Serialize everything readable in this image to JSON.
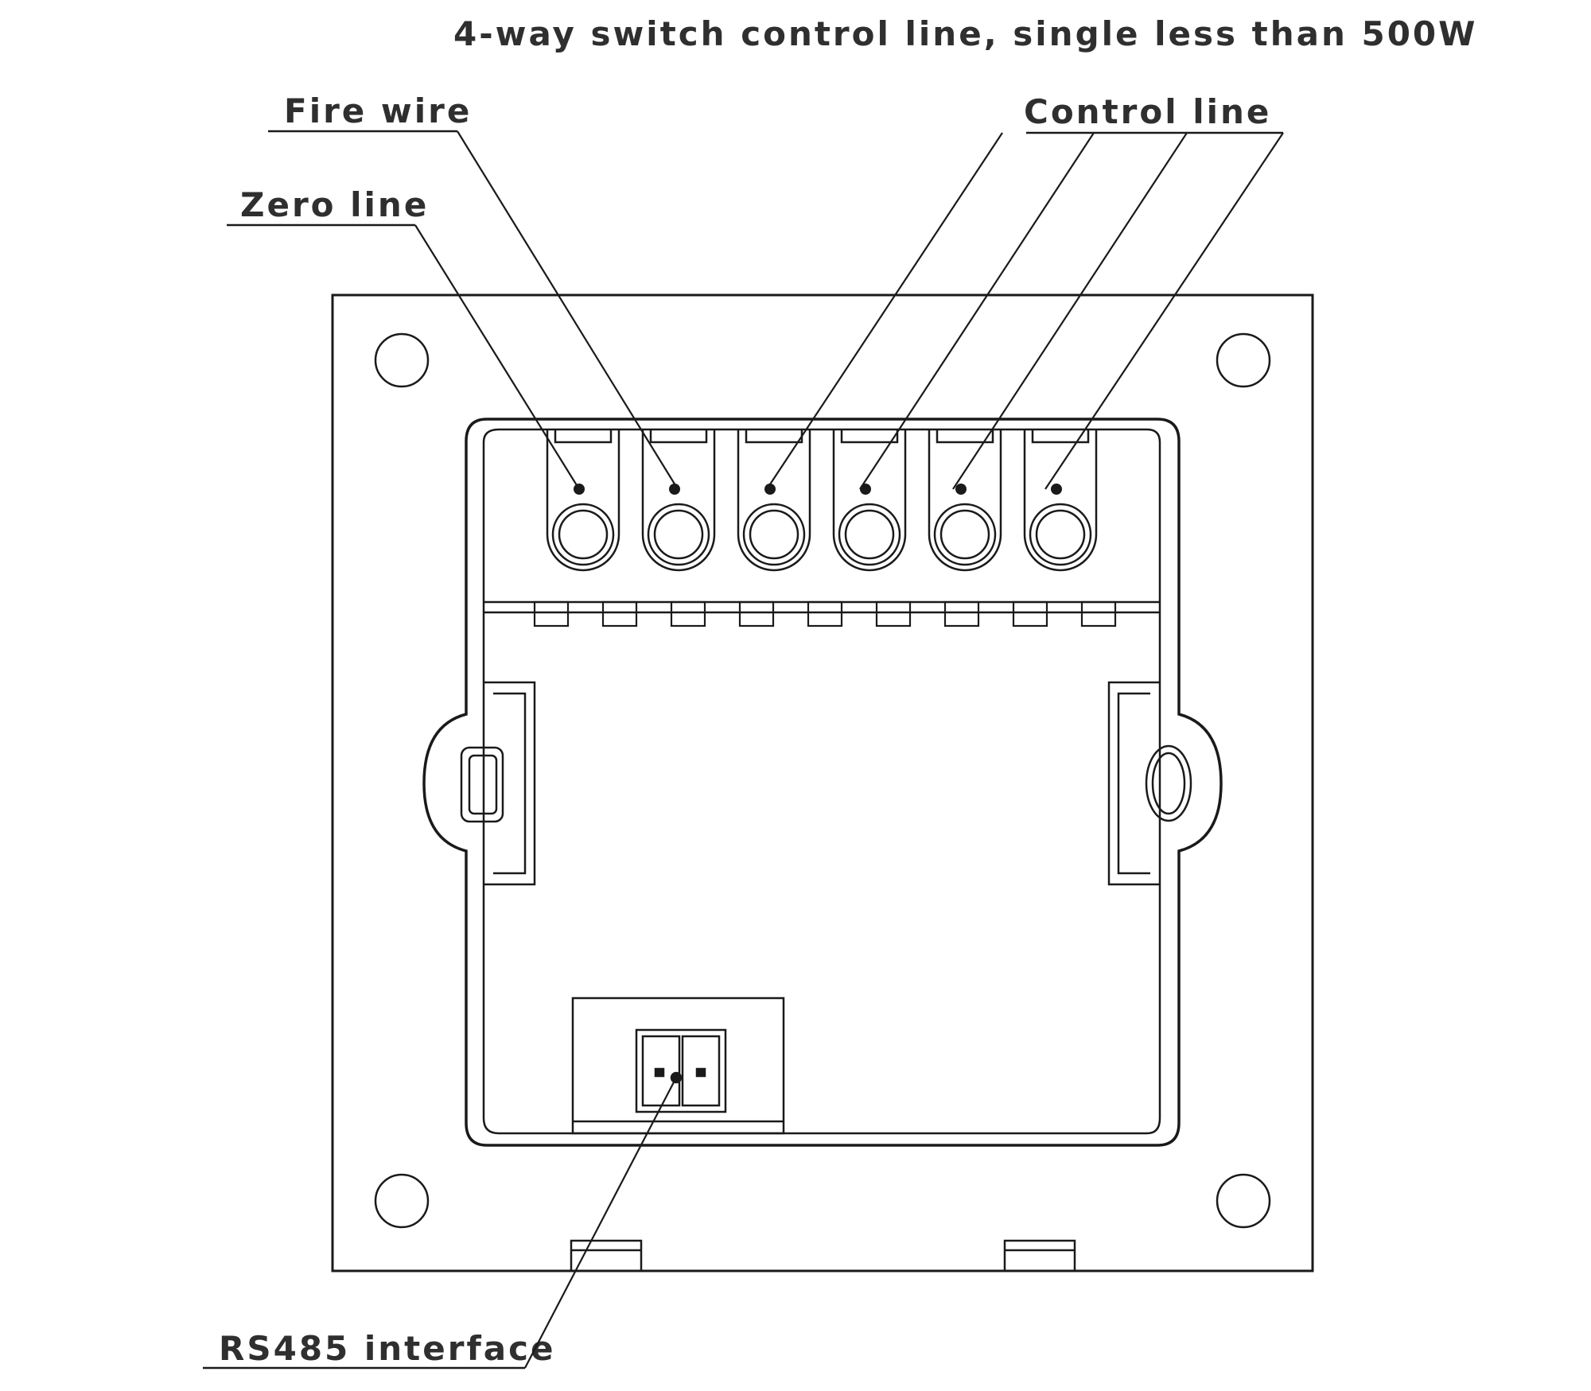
{
  "header": {
    "title": "4-way switch control line, single less than 500W"
  },
  "labels": {
    "fire_wire": "Fire wire",
    "zero_line": "Zero line",
    "control_line": "Control line",
    "rs485": "RS485 interface"
  },
  "terminals": {
    "count": 6
  },
  "colors": {
    "ink": "#1a1a1a",
    "text": "#2f2f2f",
    "background": "#ffffff"
  }
}
